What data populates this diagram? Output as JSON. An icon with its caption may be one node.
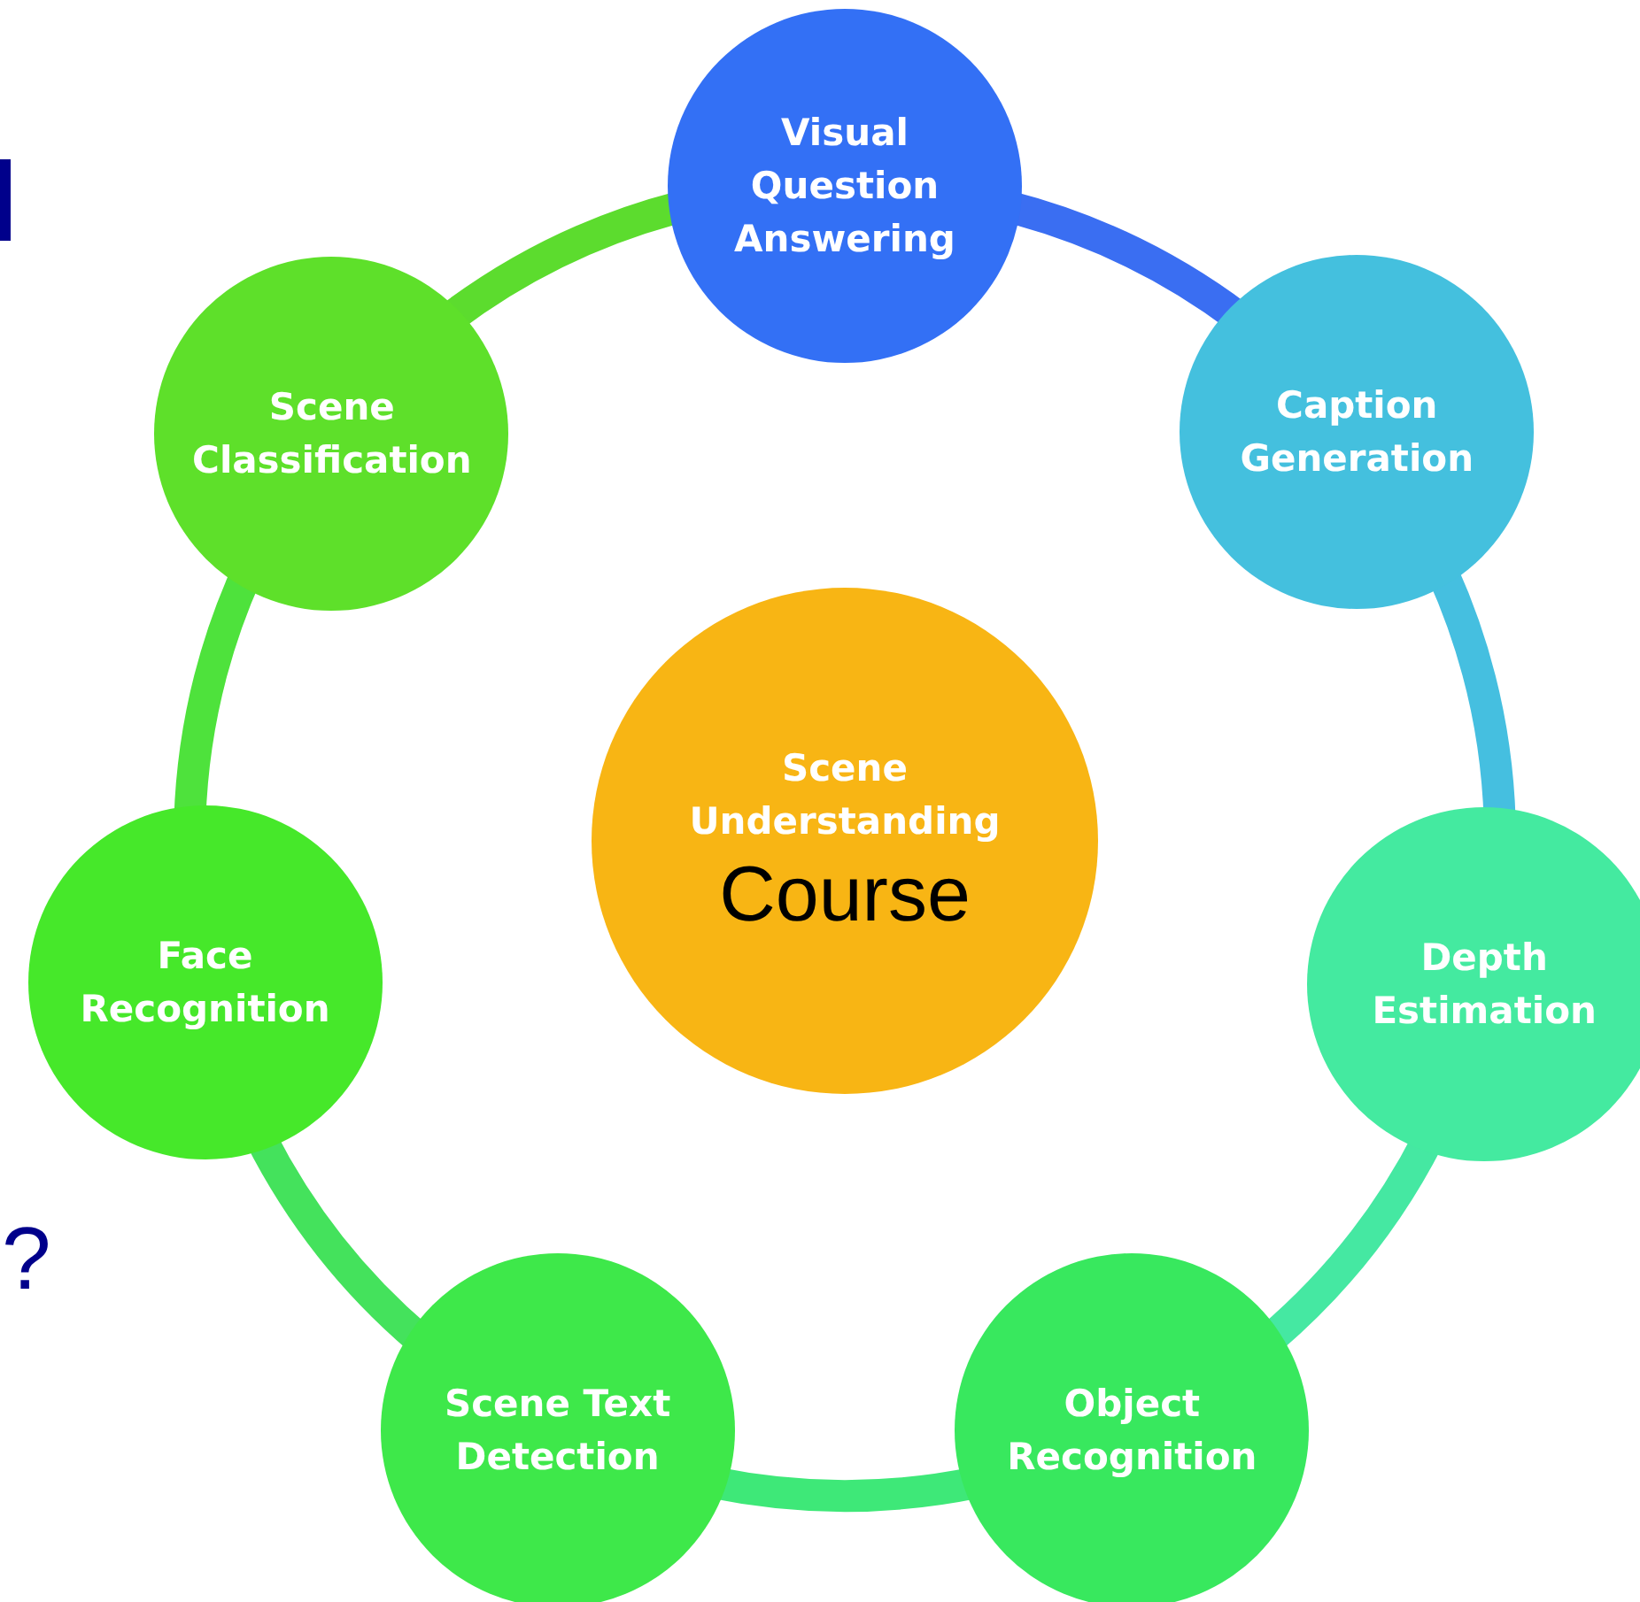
{
  "diagram": {
    "nodes": [
      {
        "text": [
          "Scene Understanding",
          "Course"
        ]
      },
      {
        "text": [
          "Visual Question Answering"
        ]
      },
      {
        "text": [
          "Caption Generation"
        ]
      },
      {
        "text": [
          "Depth Estimation"
        ]
      },
      {
        "text": [
          "Object Recognition"
        ]
      },
      {
        "text": [
          "Scene Text Detection"
        ]
      },
      {
        "text": [
          "Face Recognition"
        ]
      },
      {
        "text": [
          "Scene Classification"
        ]
      }
    ],
    "edges": [
      {
        "from": 1,
        "to": 2,
        "arrow": "none",
        "color": "#3a6ef2"
      },
      {
        "from": 2,
        "to": 3,
        "arrow": "none",
        "color": "#45bfe0"
      },
      {
        "from": 3,
        "to": 4,
        "arrow": "none",
        "color": "#45e8a2"
      },
      {
        "from": 4,
        "to": 5,
        "arrow": "none",
        "color": "#3ee878"
      },
      {
        "from": 5,
        "to": 6,
        "arrow": "none",
        "color": "#44e25c"
      },
      {
        "from": 6,
        "to": 7,
        "arrow": "none",
        "color": "#4ee23c"
      },
      {
        "from": 7,
        "to": 1,
        "arrow": "none",
        "color": "#5cdc2e"
      }
    ],
    "labels": [
      "?"
    ]
  }
}
